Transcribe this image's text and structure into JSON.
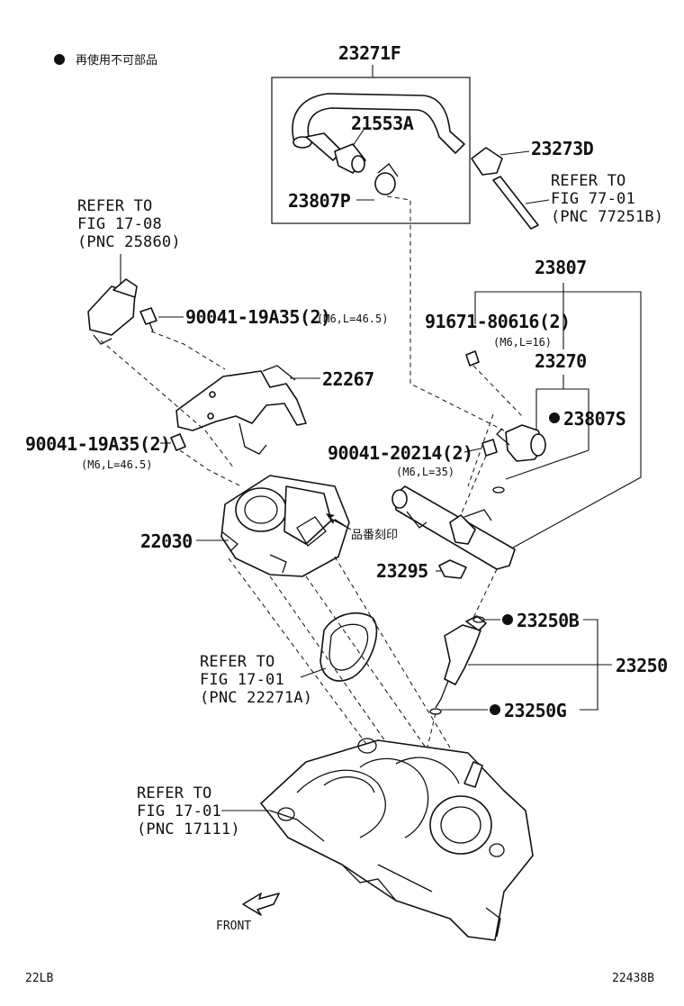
{
  "legend": {
    "symbol": "●",
    "text": "再使用不可部品"
  },
  "labels": {
    "p23271F": "23271F",
    "p21553A": "21553A",
    "p23273D": "23273D",
    "p23807P": "23807P",
    "p23807": "23807",
    "p91671": "91671-80616(2)",
    "p91671_spec": "(M6,L=16)",
    "p23270": "23270",
    "p23807S": "23807S",
    "p90041_top": "90041-19A35(2)",
    "p90041_top_spec": "(M6,L=46.5)",
    "p22267": "22267",
    "p90041_left": "90041-19A35(2)",
    "p90041_left_spec": "(M6,L=46.5)",
    "p90041_20214": "90041-20214(2)",
    "p90041_20214_spec": "(M6,L=35)",
    "p22030": "22030",
    "stamp": "品番刻印",
    "p23295": "23295",
    "p23250B": "23250B",
    "p23250": "23250",
    "p23250G": "23250G",
    "front": "FRONT"
  },
  "refs": {
    "ref_77": [
      "REFER TO",
      "FIG 77-01",
      "(PNC 77251B)"
    ],
    "ref_17_08": [
      "REFER TO",
      "FIG 17-08",
      "(PNC 25860)"
    ],
    "ref_17_01a": [
      "REFER TO",
      "FIG 17-01",
      "(PNC 22271A)"
    ],
    "ref_17_01b": [
      "REFER TO",
      "FIG 17-01",
      "(PNC 17111)"
    ]
  },
  "footer": {
    "left": "22LB",
    "right": "22438B"
  }
}
